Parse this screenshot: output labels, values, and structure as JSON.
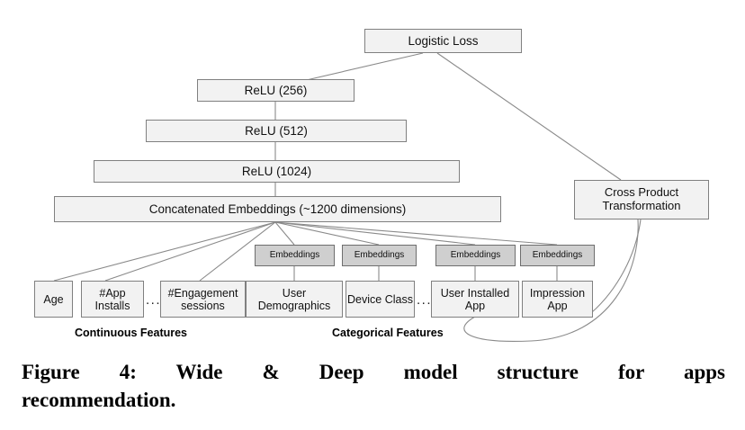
{
  "figure": {
    "caption_line1": "Figure 4:  Wide & Deep model structure for apps",
    "caption_line2": "recommendation."
  },
  "diagram": {
    "output_layer": {
      "label": "Logistic Loss"
    },
    "deep_stack": [
      {
        "label": "ReLU (256)"
      },
      {
        "label": "ReLU (512)"
      },
      {
        "label": "ReLU (1024)"
      }
    ],
    "concat_layer": {
      "label": "Concatenated Embeddings (~1200 dimensions)"
    },
    "wide_component": {
      "label": "Cross Product Transformation"
    },
    "embedding_boxes": [
      {
        "label": "Embeddings"
      },
      {
        "label": "Embeddings"
      },
      {
        "label": "Embeddings"
      },
      {
        "label": "Embeddings"
      }
    ],
    "feature_boxes": [
      {
        "label": "Age"
      },
      {
        "label": "#App Installs"
      },
      {
        "label": "#Engagement sessions"
      },
      {
        "label": "User Demographics"
      },
      {
        "label": "Device Class"
      },
      {
        "label": "User Installed App"
      },
      {
        "label": "Impression App"
      }
    ],
    "ellipses": [
      {
        "label": "..."
      },
      {
        "label": "..."
      }
    ],
    "group_labels": [
      {
        "label": "Continuous Features"
      },
      {
        "label": "Categorical Features"
      }
    ],
    "colors": {
      "box_fill": "#f2f2f2",
      "box_stroke": "#808080",
      "embedding_fill": "#cfcfcf",
      "embedding_stroke": "#6e6e6e",
      "edge_stroke": "#808080",
      "text": "#111111",
      "background": "#ffffff"
    }
  }
}
